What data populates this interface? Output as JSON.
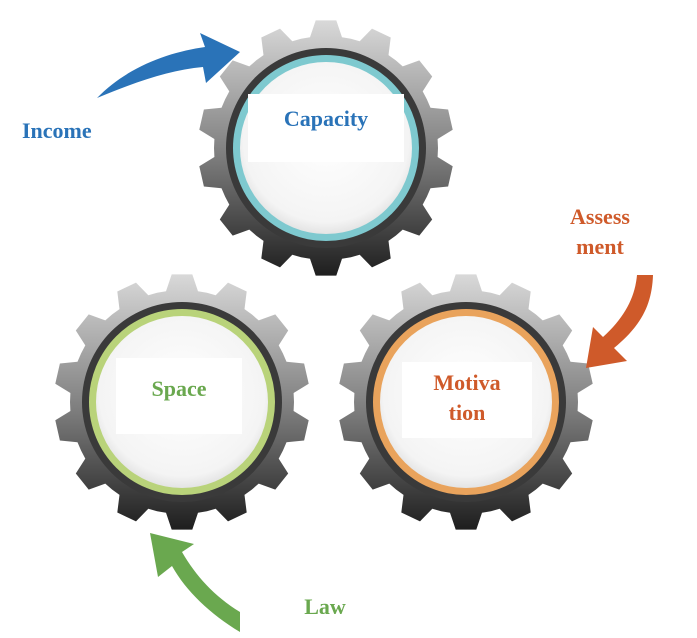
{
  "colors": {
    "blue": "#2a73b8",
    "orange": "#cf5a2a",
    "green": "#6aa84f",
    "gear_dark": "#2a2a2a",
    "gear_light": "#b8b8b8"
  },
  "icons": {
    "arrow_top": "curved-arrow-icon",
    "arrow_right": "curved-arrow-icon",
    "arrow_bottom": "curved-arrow-icon"
  },
  "gears": {
    "capacity": {
      "label": "Capacity",
      "ring_color": "#7ec9cf"
    },
    "space": {
      "label": "Space",
      "ring_color": "#b9d37a"
    },
    "motivation": {
      "label": "Motiva\ntion",
      "ring_color": "#e9a35c"
    }
  },
  "arrows": {
    "income": "Income",
    "assessment": "Assess\nment",
    "law": "Law"
  }
}
